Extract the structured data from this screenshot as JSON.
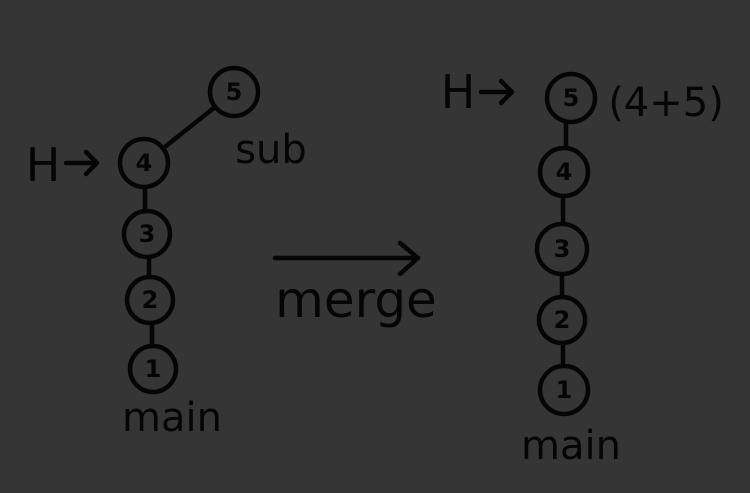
{
  "left_graph": {
    "nodes": [
      "1",
      "2",
      "3",
      "4",
      "5"
    ],
    "head_label": "H",
    "main_label": "main",
    "sub_label": "sub"
  },
  "merge_label": "merge",
  "right_graph": {
    "nodes": [
      "1",
      "2",
      "3",
      "4",
      "5"
    ],
    "head_label": "H",
    "main_label": "main",
    "merge_note": "(4+5)"
  }
}
